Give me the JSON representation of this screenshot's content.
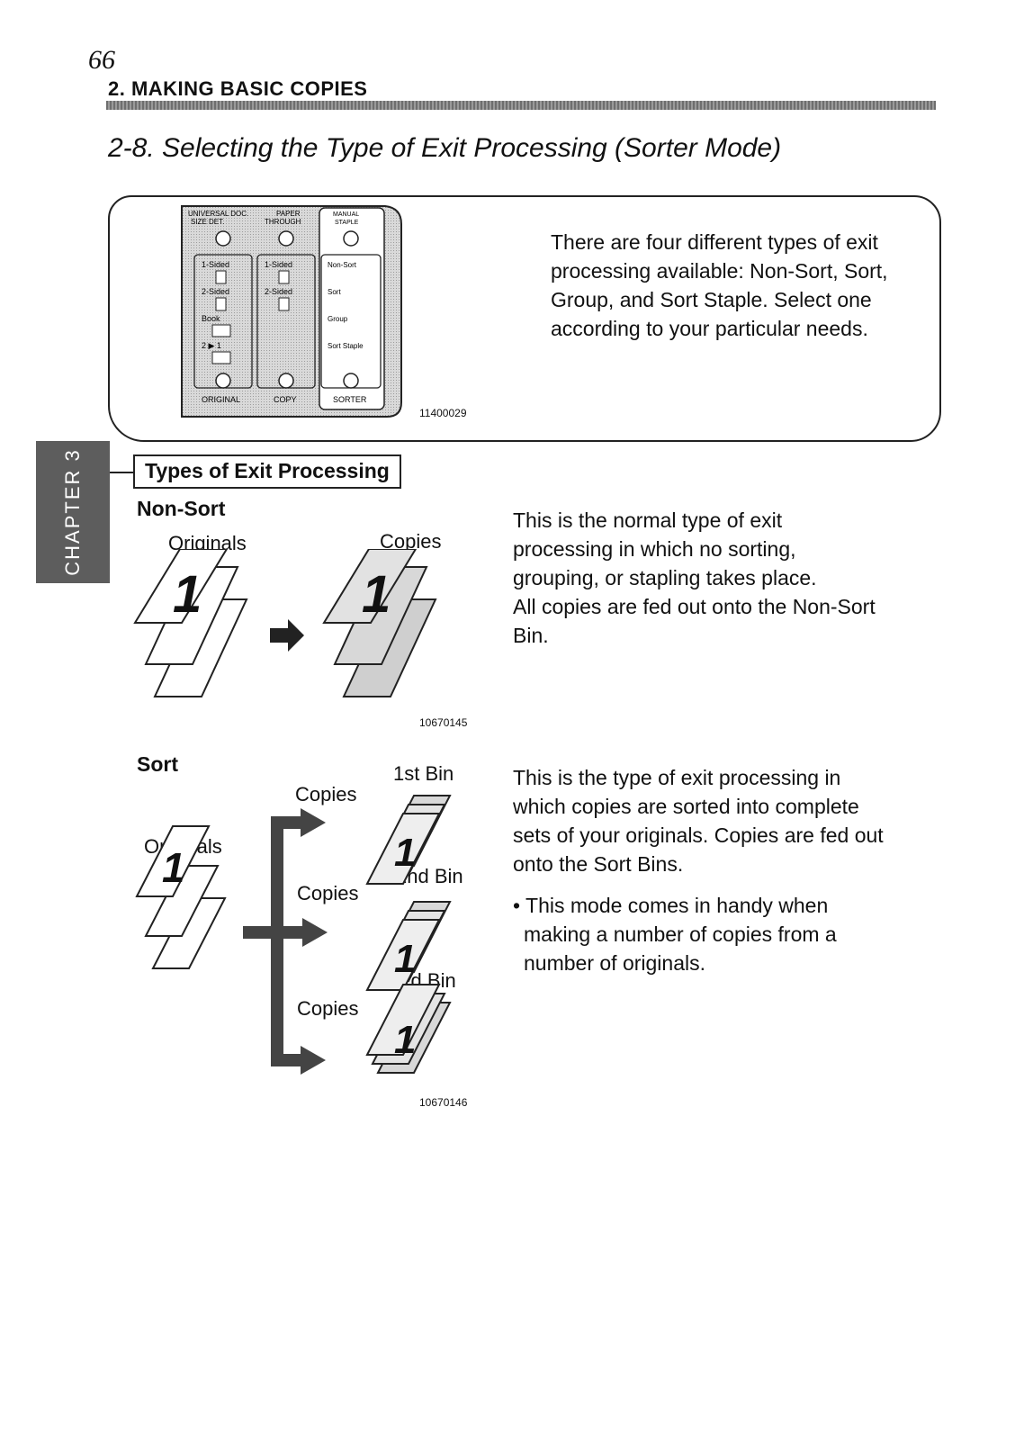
{
  "page": {
    "number": "66",
    "running_head": "2. MAKING BASIC COPIES",
    "section_title": "2-8. Selecting the Type of Exit Processing (Sorter Mode)",
    "chapter_tab": "CHAPTER 3"
  },
  "control_panel": {
    "figure_id": "11400029",
    "top_labels": [
      "UNIVERSAL DOC.",
      "SIZE DET.",
      "PAPER",
      "THROUGH",
      "MANUAL",
      "STAPLE"
    ],
    "original_options": [
      "1-Sided",
      "2-Sided",
      "Book",
      "2 ▶ 1"
    ],
    "copy_options": [
      "1-Sided",
      "2-Sided"
    ],
    "sorter_options": [
      "Non-Sort",
      "Sort",
      "Group",
      "Sort Staple"
    ],
    "bottom_labels": [
      "ORIGINAL",
      "COPY",
      "SORTER"
    ]
  },
  "intro_text": "There are four different types of exit processing available: Non-Sort, Sort, Group, and Sort Staple. Select one according to your particular needs.",
  "types_heading": "Types of Exit Processing",
  "non_sort": {
    "heading": "Non-Sort",
    "originals_label": "Originals",
    "copies_label": "Copies",
    "figure_id": "10670145",
    "description": [
      "This is the normal type of exit",
      "processing in which no sorting,",
      "grouping, or stapling takes place.",
      "All copies are fed out onto the Non-Sort",
      "Bin."
    ]
  },
  "sort": {
    "heading": "Sort",
    "originals_label": "Originals",
    "copies_label": "Copies",
    "bins": [
      "1st Bin",
      "2nd Bin",
      "3rd Bin"
    ],
    "figure_id": "10670146",
    "description": [
      "This is the type of exit processing in",
      "which copies are sorted into complete",
      "sets of your originals. Copies are fed out",
      "onto the Sort Bins."
    ],
    "note": [
      "• This mode comes in handy when",
      "making a number of copies from a",
      "number of originals."
    ]
  }
}
